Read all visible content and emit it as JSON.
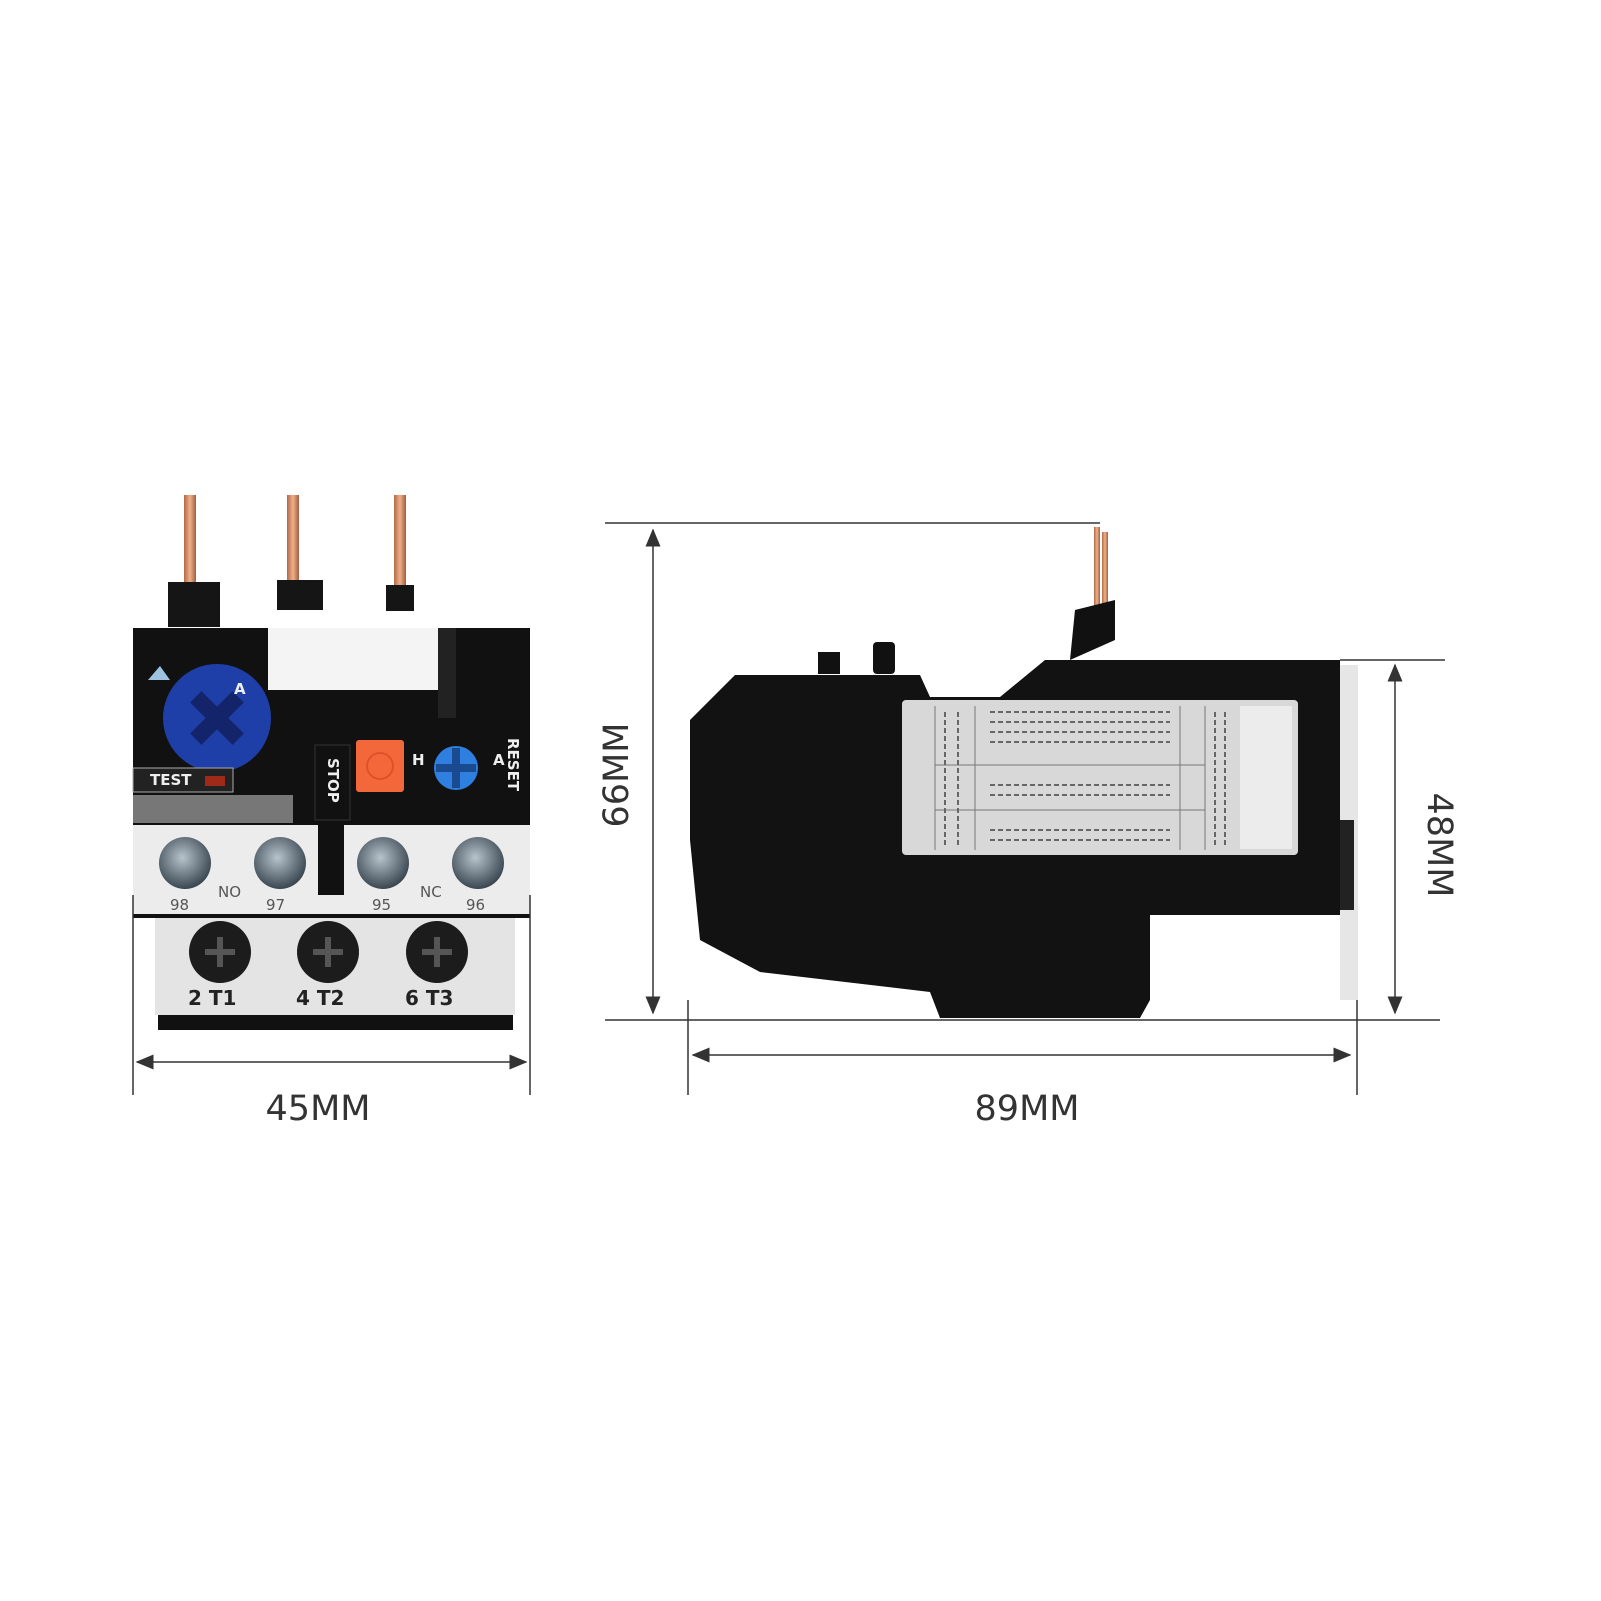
{
  "dimensions": {
    "front_width": "45MM",
    "side_length": "89MM",
    "overall_height": "66MM",
    "body_height": "48MM"
  },
  "front_view": {
    "dial_label": "A",
    "test_label": "TEST",
    "stop_label": "STOP",
    "reset_label": "RESET",
    "h_label": "H",
    "a_label": "A",
    "aux_contacts": {
      "no": "NO",
      "nc": "NC"
    },
    "aux_terminals": [
      "98",
      "97",
      "95",
      "96"
    ],
    "main_terminals": [
      "2  T1",
      "4  T2",
      "6  T3"
    ]
  },
  "colors": {
    "body": "#111111",
    "terminal_block": "#e8e8e8",
    "dial": "#1f3fa8",
    "stop_button": "#f2683a",
    "reset_knob": "#2f7fe0",
    "copper_pins": "#d9936a",
    "dimension_lines": "#333333"
  }
}
